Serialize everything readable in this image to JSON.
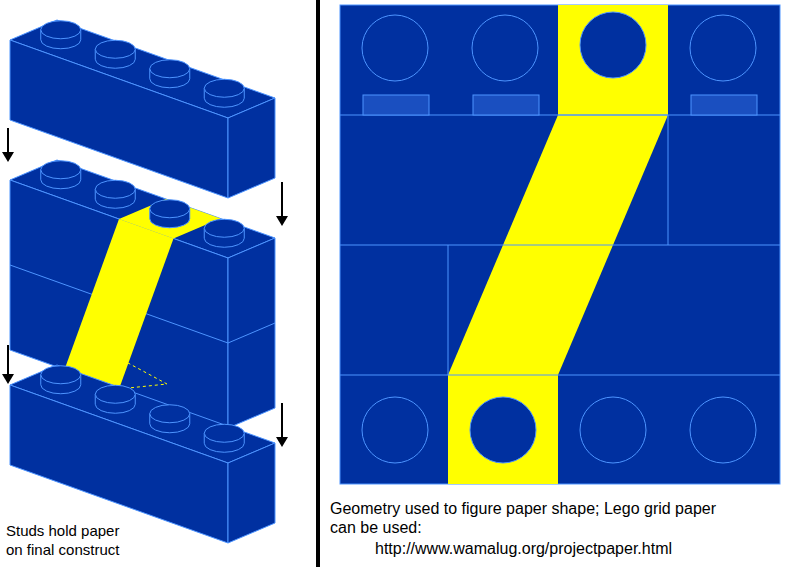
{
  "diagram": {
    "labels": [
      "Studs hold paper on final construct",
      "Geometry used to figure paper shape; Lego grid paper can be used:",
      "http://www.wamalug.org/projectpaper.html"
    ]
  }
}
